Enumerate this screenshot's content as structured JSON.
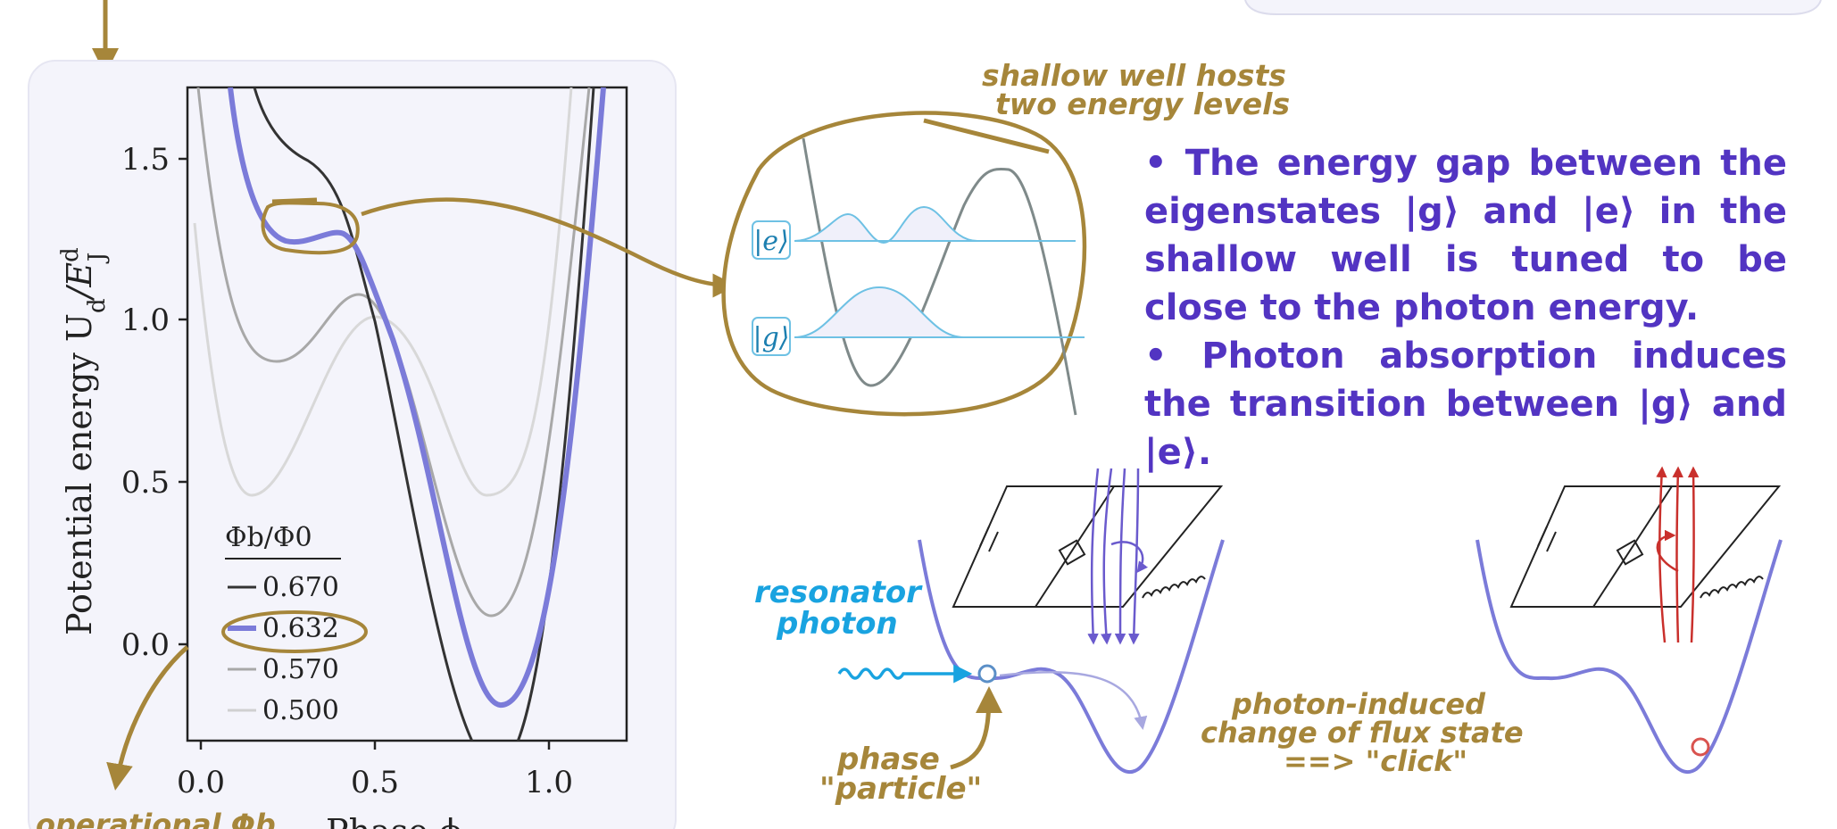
{
  "plot": {
    "ylabel_text": "Potential energy U",
    "ylabel_sub": "d",
    "ylabel_frac": "/E",
    "ylabel_sup": "d",
    "ylabel_sub2": "J",
    "xlabel": "Phase ϕ",
    "x_ticks": [
      "0.0",
      "0.5",
      "1.0"
    ],
    "y_ticks": [
      "1.5",
      "1.0",
      "0.5",
      "0.0"
    ],
    "legend_title": "Φb/Φ0",
    "legend": [
      {
        "label": "0.670",
        "color": "#333333"
      },
      {
        "label": "0.632",
        "color": "#7b7bd9"
      },
      {
        "label": "0.570",
        "color": "#9e9e9e"
      },
      {
        "label": "0.500",
        "color": "#d0d0d0"
      }
    ]
  },
  "annotations": {
    "shallow_well_line1": "shallow well hosts",
    "shallow_well_line2": "two energy levels",
    "operational": "operational Φb",
    "resonator_line1": "resonator",
    "resonator_line2": "photon",
    "phase_line1": "phase",
    "phase_line2": "\"particle\"",
    "photon_induced_line1": "photon-induced",
    "photon_induced_line2": "change of flux state",
    "photon_induced_line3": "==> \"click\""
  },
  "states": {
    "excited": "|e⟩",
    "ground": "|g⟩"
  },
  "bullets": [
    "• The energy gap between the eigenstates |g⟩ and |e⟩ in the shallow well is tuned to be close to the photon energy.",
    "• Photon absorption induces the transition between |g⟩ and |e⟩."
  ],
  "colors": {
    "accent_gold": "#a6863a",
    "accent_purple": "#5234c2",
    "curve_purple": "#7b7bd9",
    "photon_blue": "#19a3e0",
    "flux_red": "#c9302c"
  }
}
